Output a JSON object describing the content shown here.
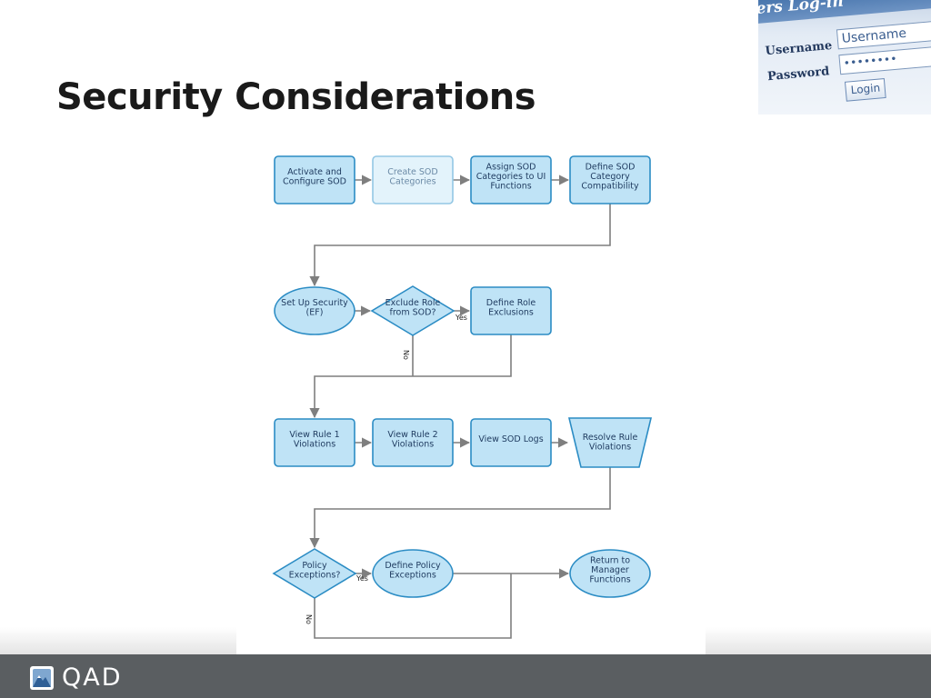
{
  "slide": {
    "title": "Security Considerations"
  },
  "login_thumbnail": {
    "header_text": "ers Log-in",
    "username_label": "Username",
    "username_value": "Username",
    "password_label": "Password",
    "password_mask": "••••••••",
    "login_button": "Login"
  },
  "flowchart": {
    "nodes": {
      "activate": [
        "Activate and",
        "Configure SOD"
      ],
      "create_sod": [
        "Create SOD",
        "Categories"
      ],
      "assign_sod": [
        "Assign SOD",
        "Categories to UI",
        "Functions"
      ],
      "define_compat": [
        "Define SOD",
        "Category",
        "Compatibility"
      ],
      "setup_security": [
        "Set Up Security",
        "(EF)"
      ],
      "exclude_role": [
        "Exclude Role",
        "from SOD?"
      ],
      "define_exclusions": [
        "Define Role",
        "Exclusions"
      ],
      "view_rule1": [
        "View Rule 1",
        "Violations"
      ],
      "view_rule2": [
        "View Rule 2",
        "Violations"
      ],
      "view_logs": [
        "View SOD Logs"
      ],
      "resolve": [
        "Resolve Rule",
        "Violations"
      ],
      "policy_exc": [
        "Policy",
        "Exceptions?"
      ],
      "define_policy": [
        "Define Policy",
        "Exceptions"
      ],
      "return_mgr": [
        "Return to",
        "Manager",
        "Functions"
      ]
    },
    "connector_labels": {
      "yes_exclude": "Yes",
      "no_exclude": "No",
      "yes_policy": "Yes",
      "no_policy": "No"
    }
  },
  "footer": {
    "logo_text": "QAD"
  },
  "colors": {
    "node_fill": "#bfe3f6",
    "node_stroke": "#2b8cc4",
    "node_faded_fill": "#e3f3fb",
    "node_faded_stroke": "#93c7e4",
    "connector": "#7f7f7f",
    "footer": "#5a5e61"
  }
}
